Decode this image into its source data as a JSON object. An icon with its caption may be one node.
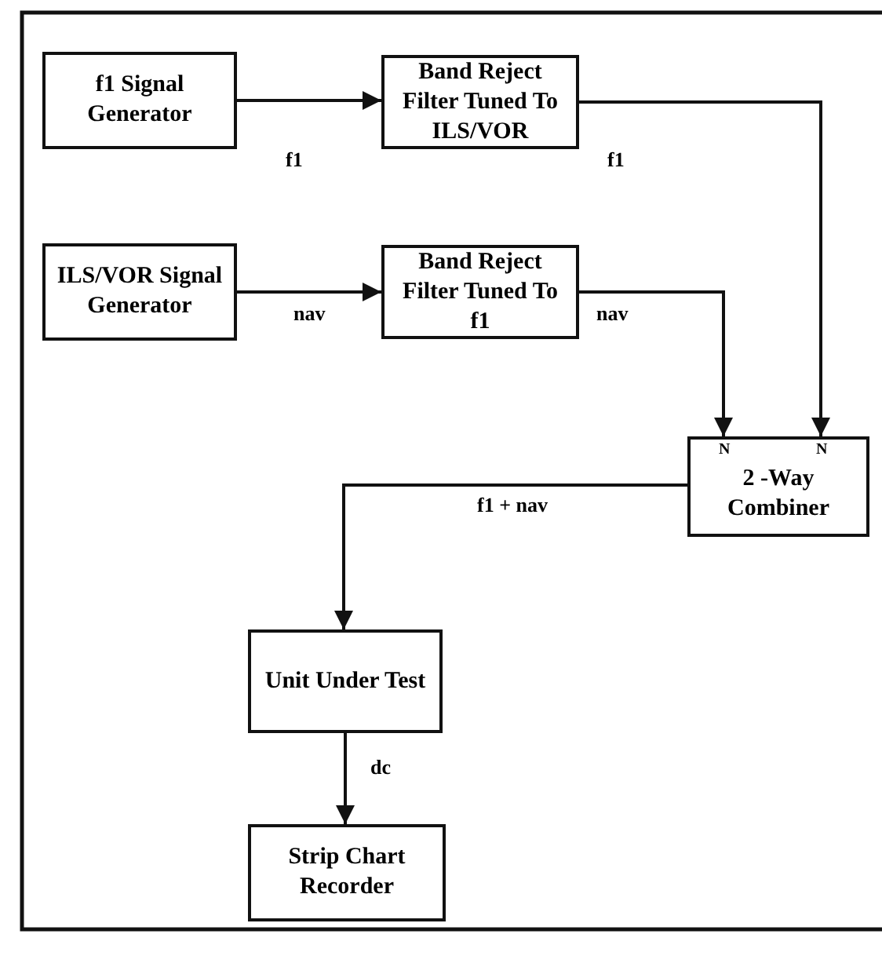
{
  "diagram": {
    "nodes": [
      {
        "text": [
          "f1 Signal Generator"
        ]
      },
      {
        "text": [
          "Band Reject Filter Tuned To ILS/VOR"
        ]
      },
      {
        "text": [
          "ILS/VOR Signal Generator"
        ]
      },
      {
        "text": [
          "Band Reject Filter Tuned To f1"
        ]
      },
      {
        "text": [
          "2 -Way Combiner"
        ]
      },
      {
        "text": [
          "Unit Under Test"
        ]
      },
      {
        "text": [
          "Strip Chart Recorder"
        ]
      }
    ],
    "edges": [
      {
        "from": 0,
        "to": 1,
        "arrow": "to",
        "label": "f1"
      },
      {
        "from": 1,
        "to": 4,
        "arrow": "to",
        "label": "f1"
      },
      {
        "from": 2,
        "to": 3,
        "arrow": "to",
        "label": "nav"
      },
      {
        "from": 3,
        "to": 4,
        "arrow": "to",
        "label": "nav"
      },
      {
        "from": 4,
        "to": 5,
        "arrow": "to",
        "label": "f1 + nav"
      },
      {
        "from": 5,
        "to": 6,
        "arrow": "to",
        "label": "dc"
      }
    ],
    "labels": [
      "N",
      "N"
    ]
  }
}
